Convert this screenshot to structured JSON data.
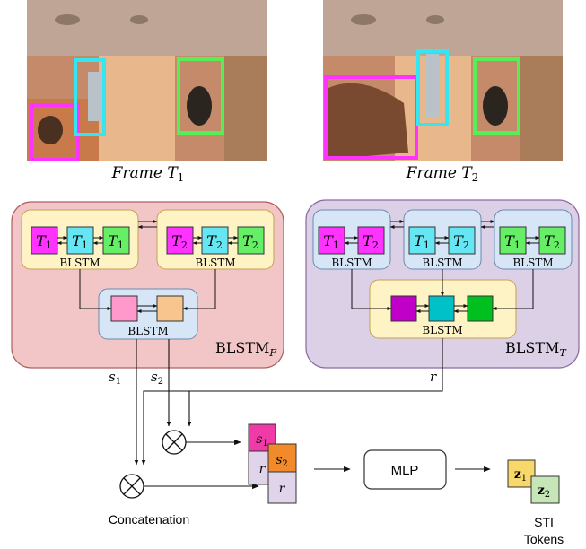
{
  "frames": [
    {
      "caption_name": "Frame",
      "caption_sub": "T",
      "caption_idx": "1"
    },
    {
      "caption_name": "Frame",
      "caption_sub": "T",
      "caption_idx": "2"
    }
  ],
  "blstm_f": {
    "label_main": "BLSTM",
    "label_sub": "F",
    "group1": {
      "tokens": [
        {
          "t": "T",
          "i": "1"
        },
        {
          "t": "T",
          "i": "1"
        },
        {
          "t": "T",
          "i": "1"
        }
      ],
      "label": "BLSTM"
    },
    "group2": {
      "tokens": [
        {
          "t": "T",
          "i": "2"
        },
        {
          "t": "T",
          "i": "2"
        },
        {
          "t": "T",
          "i": "2"
        }
      ],
      "label": "BLSTM"
    },
    "merge_label": "BLSTM",
    "out1": {
      "s": "s",
      "i": "1"
    },
    "out2": {
      "s": "s",
      "i": "2"
    }
  },
  "blstm_t": {
    "label_main": "BLSTM",
    "label_sub": "T",
    "group1": {
      "tokens": [
        {
          "t": "T",
          "i": "1"
        },
        {
          "t": "T",
          "i": "2"
        }
      ],
      "label": "BLSTM"
    },
    "group2": {
      "tokens": [
        {
          "t": "T",
          "i": "1"
        },
        {
          "t": "T",
          "i": "2"
        }
      ],
      "label": "BLSTM"
    },
    "group3": {
      "tokens": [
        {
          "t": "T",
          "i": "1"
        },
        {
          "t": "T",
          "i": "2"
        }
      ],
      "label": "BLSTM"
    },
    "merge_label": "BLSTM",
    "out": "r"
  },
  "concat_label": "Concatenation",
  "stack1": {
    "s": "s",
    "i": "1",
    "r": "r"
  },
  "stack2": {
    "s": "s",
    "i": "2",
    "r": "r"
  },
  "mlp_label": "MLP",
  "tokens": [
    {
      "z": "z",
      "i": "1"
    },
    {
      "z": "z",
      "i": "2"
    }
  ],
  "sti_label_line1": "STI",
  "sti_label_line2": "Tokens",
  "colors": {
    "magenta": "#ff33ff",
    "cyan": "#66e6f2",
    "green": "#66ee66",
    "pink_panel": "#f2c6c6",
    "purple_panel": "#dcd0e6",
    "yellow_group": "#fdf3c4",
    "blue_group": "#d6e6f7"
  }
}
